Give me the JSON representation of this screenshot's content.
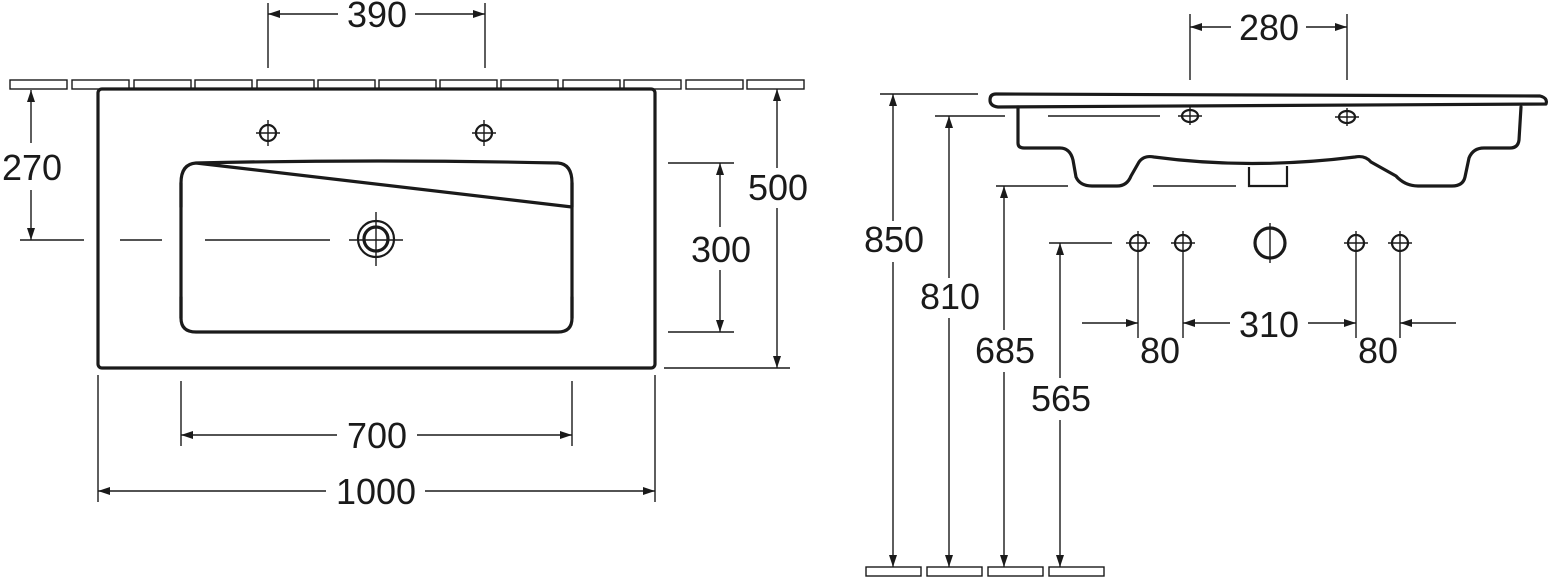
{
  "top_view": {
    "dimensions": {
      "tap_hole_spacing": "390",
      "tap_to_centre": "270",
      "basin_depth": "500",
      "bowl_depth": "300",
      "bowl_width": "700",
      "overall_width": "1000"
    }
  },
  "side_view": {
    "dimensions": {
      "trap_width": "280",
      "top_height": "850",
      "underside_height": "810",
      "bottom_height": "685",
      "waste_height": "565",
      "fixing_left": "80",
      "fixing_centre": "310",
      "fixing_right": "80"
    }
  }
}
